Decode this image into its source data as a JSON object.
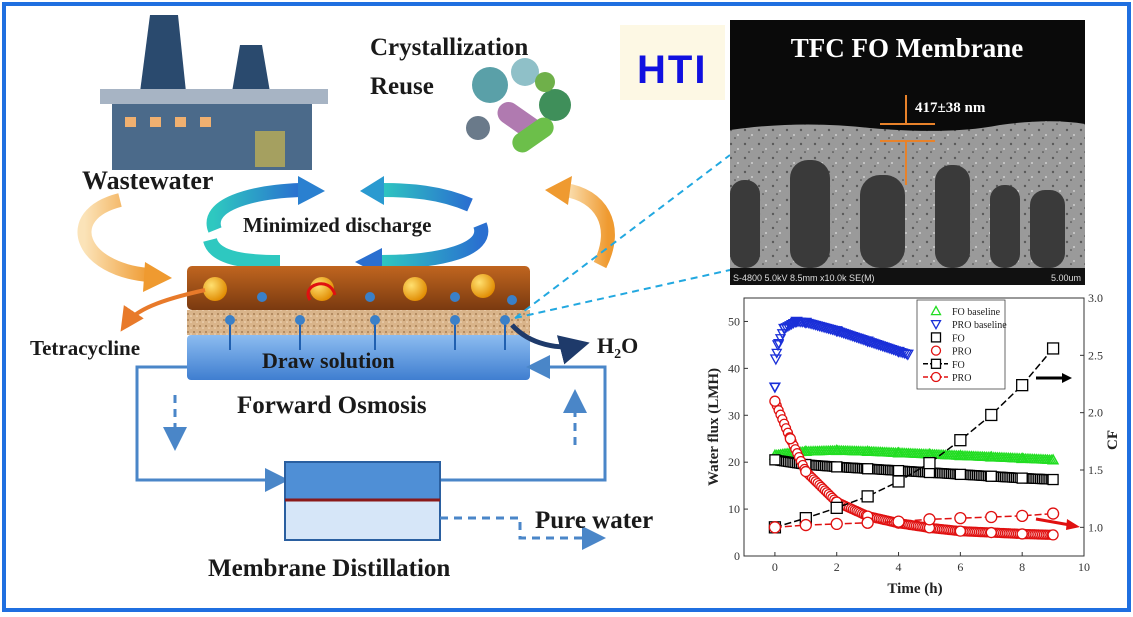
{
  "labels": {
    "wastewater": "Wastewater",
    "crystallization": "Crystallization",
    "reuse": "Reuse",
    "minimized_discharge": "Minimized discharge",
    "tetracycline": "Tetracycline",
    "draw_solution": "Draw solution",
    "h2o_main": "H",
    "h2o_sub": "2",
    "h2o_end": "O",
    "forward_osmosis": "Forward Osmosis",
    "pure_water": "Pure water",
    "membrane_distillation": "Membrane Distillation",
    "hti": "HTI"
  },
  "sem": {
    "title": "TFC FO Membrane",
    "thickness": "417±38 nm",
    "info": "S-4800 5.0kV 8.5mm x10.0k SE(M)",
    "scale": "5.00um"
  },
  "colors": {
    "frame": "#1f6fe0",
    "loop": "#4a86c8",
    "cyan_arrow": "#22b8c8",
    "orange_arrow": "#f0a040",
    "membrane_top": "#a0521d",
    "draw_solution": "#4f8fd6",
    "hti": "#1010e0"
  },
  "chart_data": {
    "type": "scatter",
    "xlabel": "Time (h)",
    "ylabel": "Water flux (LMH)",
    "y2label": "CF",
    "xlim": [
      -1,
      10
    ],
    "ylim": [
      0,
      55
    ],
    "y2lim": [
      0.75,
      3.0
    ],
    "xticks": [
      "0",
      "2",
      "4",
      "6",
      "8",
      "10"
    ],
    "yticks": [
      "0",
      "10",
      "20",
      "30",
      "40",
      "50"
    ],
    "y2ticks": [
      "1.0",
      "1.5",
      "2.0",
      "2.5",
      "3.0"
    ],
    "legend_position": "top-right",
    "series": [
      {
        "name": "FO baseline",
        "axis": "left",
        "marker": "triangle-up",
        "color": "#22dd22",
        "x": [
          0,
          0.5,
          1,
          2,
          3,
          4,
          5,
          6,
          7,
          8,
          9
        ],
        "y": [
          21.5,
          22,
          22.3,
          22.5,
          22.3,
          22,
          21.7,
          21.4,
          21.1,
          20.8,
          20.5
        ]
      },
      {
        "name": "PRO baseline",
        "axis": "left",
        "marker": "triangle-down",
        "color": "#1a2fd8",
        "x": [
          0,
          0.03,
          0.1,
          0.3,
          0.7,
          1,
          2,
          3,
          4,
          4.3
        ],
        "y": [
          36,
          42,
          45,
          48.5,
          50,
          49.8,
          48,
          45.8,
          43.6,
          43
        ]
      },
      {
        "name": "FO",
        "axis": "left",
        "marker": "square",
        "color": "#000000",
        "x": [
          0,
          1,
          2,
          3,
          4,
          5,
          6,
          7,
          8,
          9
        ],
        "y": [
          20.5,
          19.5,
          19,
          18.6,
          18.2,
          17.8,
          17.4,
          17,
          16.6,
          16.3
        ]
      },
      {
        "name": "PRO",
        "axis": "left",
        "marker": "circle",
        "color": "#e01010",
        "x": [
          0,
          0.5,
          1,
          2,
          3,
          4,
          5,
          6,
          7,
          8,
          9
        ],
        "y": [
          33,
          25,
          18,
          11.5,
          8.5,
          7,
          6,
          5.3,
          5,
          4.7,
          4.5
        ]
      },
      {
        "name": "FO",
        "axis": "right",
        "marker": "square-line",
        "color": "#000000",
        "x": [
          0,
          1,
          2,
          3,
          4,
          5,
          6,
          7,
          8,
          9
        ],
        "y": [
          1.0,
          1.08,
          1.17,
          1.27,
          1.4,
          1.56,
          1.76,
          1.98,
          2.24,
          2.56
        ]
      },
      {
        "name": "PRO",
        "axis": "right",
        "marker": "circle-line",
        "color": "#e01010",
        "x": [
          0,
          1,
          2,
          3,
          4,
          5,
          6,
          7,
          8,
          9
        ],
        "y": [
          1.0,
          1.02,
          1.03,
          1.04,
          1.05,
          1.07,
          1.08,
          1.09,
          1.1,
          1.12
        ]
      }
    ]
  }
}
